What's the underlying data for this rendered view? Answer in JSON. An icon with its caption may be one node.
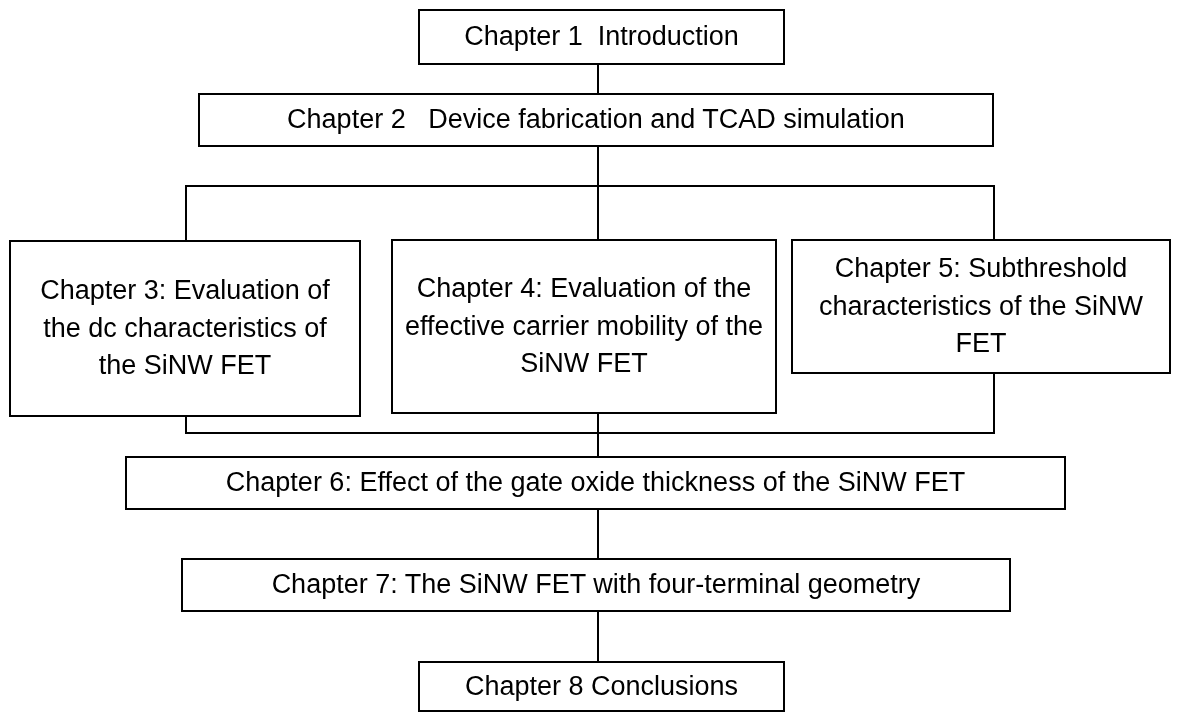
{
  "diagram": {
    "nodes": [
      {
        "text": [
          "Chapter 1  Introduction"
        ]
      },
      {
        "text": [
          "Chapter 2   Device fabrication and TCAD simulation"
        ]
      },
      {
        "text": [
          "Chapter 3: Evaluation of the dc characteristics of  the SiNW FET"
        ]
      },
      {
        "text": [
          "Chapter 4: Evaluation of the effective carrier mobility of the SiNW FET"
        ]
      },
      {
        "text": [
          "Chapter 5: Subthreshold characteristics of the SiNW FET"
        ]
      },
      {
        "text": [
          "Chapter 6: Effect of the gate oxide thickness of the SiNW FET"
        ]
      },
      {
        "text": [
          "Chapter 7: The SiNW FET with four-terminal geometry"
        ]
      },
      {
        "text": [
          "Chapter 8 Conclusions"
        ]
      }
    ],
    "edges": [
      {
        "from": 0,
        "to": 1,
        "arrow": "none"
      },
      {
        "from": 1,
        "to": 2,
        "arrow": "none"
      },
      {
        "from": 1,
        "to": 3,
        "arrow": "none"
      },
      {
        "from": 1,
        "to": 4,
        "arrow": "none"
      },
      {
        "from": 2,
        "to": 5,
        "arrow": "none"
      },
      {
        "from": 3,
        "to": 5,
        "arrow": "none"
      },
      {
        "from": 4,
        "to": 5,
        "arrow": "none"
      },
      {
        "from": 5,
        "to": 6,
        "arrow": "none"
      },
      {
        "from": 6,
        "to": 7,
        "arrow": "none"
      }
    ]
  }
}
